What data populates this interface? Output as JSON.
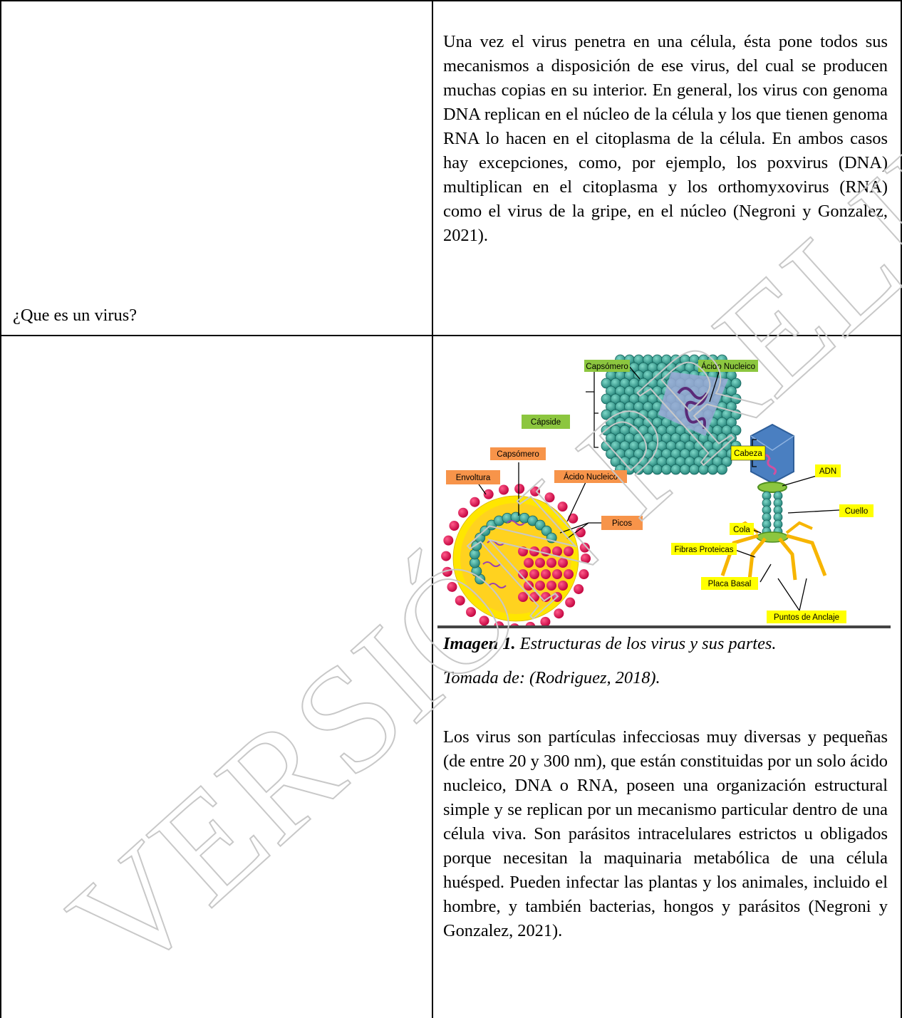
{
  "table": {
    "row1": {
      "left": "",
      "right": "Una vez el virus penetra en una célula, ésta pone todos sus mecanismos a disposición de ese virus, del cual se producen muchas copias en su interior. En general, los virus con genoma DNA replican en el núcleo de la célula y los que tienen genoma RNA lo hacen en el citoplasma de la célula. En ambos casos hay excepciones, como, por ejemplo, los poxvirus (DNA) multiplican en el citoplasma y los orthomyxovirus (RNA) como el virus de la gripe, en el núcleo (Negroni y Gonzalez, 2021)."
    },
    "row2": {
      "left": "¿Que es un virus?",
      "caption_bold": "Imagen 1.",
      "caption_rest": " Estructuras de los virus y sus partes.",
      "caption_source": "Tomada de: (Rodriguez, 2018).",
      "right": "Los virus son partículas infecciosas muy diversas y  pequeñas (de entre 20 y 300 nm), que están constituidas por un solo ácido nucleico, DNA o RNA, poseen una organización estructural simple y se replican por un mecanismo particular dentro de una célula viva. Son parásitos intracelulares estrictos u obligados porque necesitan la maquinaria metabólica de una célula huésped. Pueden infectar las plantas y los animales, incluido el hombre, y también bacterias, hongos y parásitos (Negroni y Gonzalez, 2021)."
    }
  },
  "figure": {
    "labels": {
      "capsomero_top": "Capsómero",
      "acido_top": "Ácido Nucleico",
      "capside": "Cápside",
      "capsomero_left": "Capsómero",
      "envoltura": "Envoltura",
      "acido_left": "Ácido Nucleico",
      "picos": "Picos",
      "cabeza": "Cabeza",
      "adn": "ADN",
      "cuello": "Cuello",
      "cola": "Cola",
      "fibras": "Fibras Proteicas",
      "placa": "Placa Basal",
      "puntos": "Puntos de Anclaje"
    }
  },
  "watermark": {
    "text": "VERSIÓN PRELIMINAR",
    "color": "#c8c8c8"
  },
  "colors": {
    "label_green": "#8cc63f",
    "label_orange": "#f7944a",
    "label_yellow": "#ffff00",
    "capsid_teal": "#2a9d8f",
    "spike_red": "#e6004c",
    "envelope_yellow": "#ffe600",
    "phage_blue": "#4a7fc1"
  }
}
